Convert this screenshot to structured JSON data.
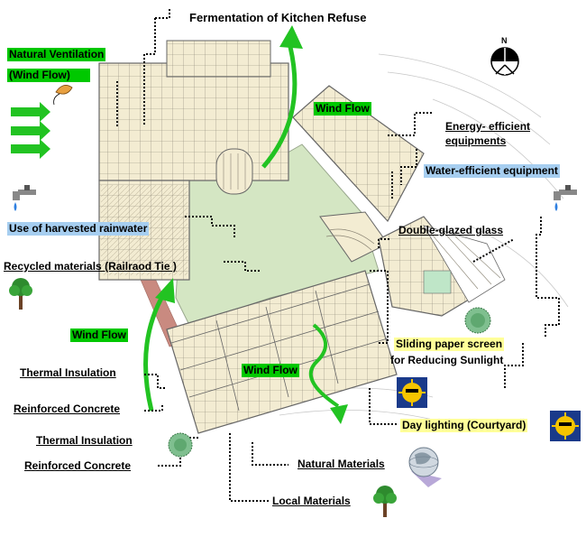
{
  "labels": {
    "fermentation": "Fermentation of Kitchen Refuse",
    "natural_ventilation": "Natural  Ventilation",
    "wind_flow_paren": "(Wind Flow)",
    "wind_flow_top": "Wind Flow",
    "energy_efficient_1": "Energy- efficient",
    "energy_efficient_2": "equipments",
    "water_efficient": "Water-efficient equipment",
    "harvested_rainwater": "Use of harvested rainwater",
    "double_glazed": "Double-glazed glass",
    "recycled_materials": "Recycled materials (Railraod Tie )",
    "wind_flow_left": "Wind Flow",
    "sliding_screen_1": "Sliding paper screen",
    "sliding_screen_2": "for Reducing Sunlight",
    "thermal_insulation_1": "Thermal Insulation",
    "wind_flow_center": "Wind Flow",
    "reinforced_concrete_1": "Reinforced  Concrete",
    "day_lighting": "Day lighting (Courtyard)",
    "thermal_insulation_2": "Thermal Insulation",
    "reinforced_concrete_2": "Reinforced  Concrete",
    "natural_materials": "Natural Materials",
    "local_materials": "Local Materials",
    "north": "N"
  },
  "colors": {
    "courtyard": "#d4e6c3",
    "building": "#f3ecd2",
    "wall": "#666666",
    "arrow_green": "#22c322",
    "label_green": "#00c800",
    "label_blue": "#a6cef0",
    "label_yellow": "#ffff99",
    "sun": "#f5c400",
    "path": "#c98a80"
  },
  "icons": [
    "north-compass-icon",
    "tree-icon",
    "faucet-icon",
    "sun-icon",
    "globe-icon",
    "leaf-icon",
    "grass-texture-icon"
  ]
}
